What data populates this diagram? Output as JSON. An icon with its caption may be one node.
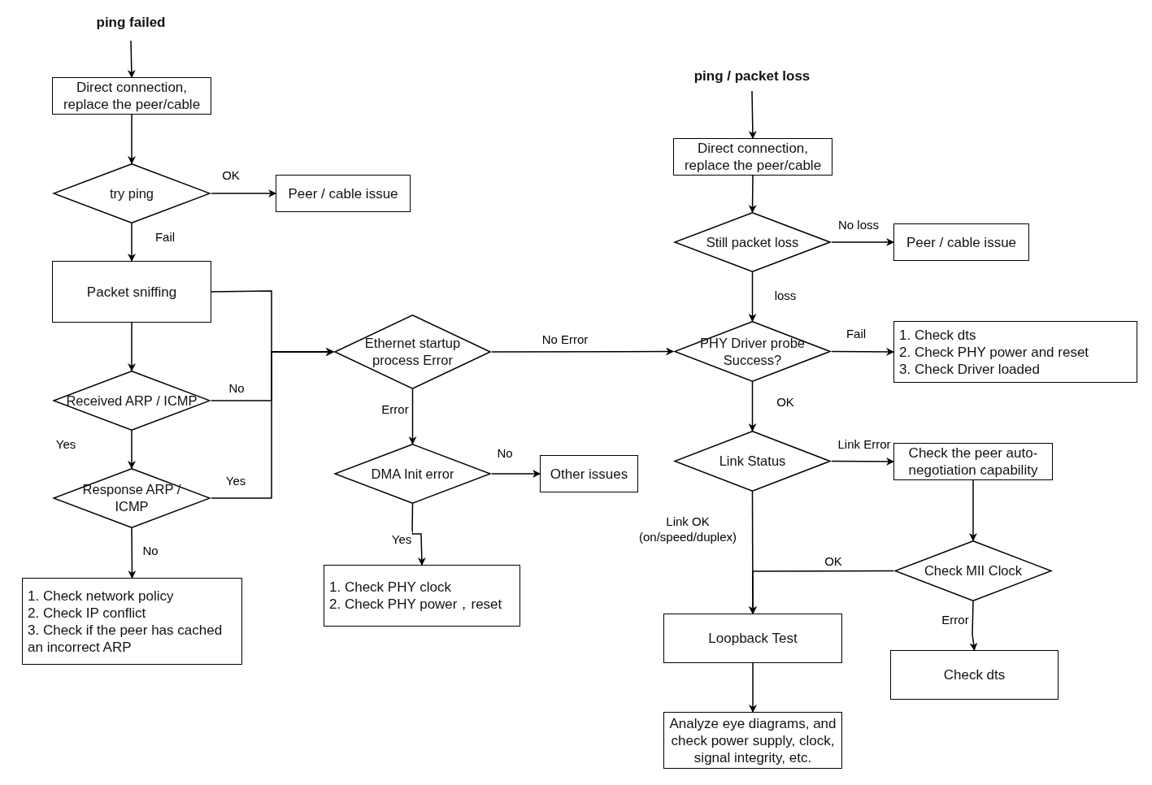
{
  "diagram": {
    "nodes": [
      {
        "text": [
          "ping failed"
        ]
      },
      {
        "text": [
          "Direct connection, replace the peer/cable"
        ]
      },
      {
        "text": [
          "try ping"
        ]
      },
      {
        "text": [
          "Peer / cable issue"
        ]
      },
      {
        "text": [
          "Packet sniffing"
        ]
      },
      {
        "text": [
          "Received ARP / ICMP"
        ]
      },
      {
        "text": [
          "Response ARP / ICMP"
        ]
      },
      {
        "text": [
          "1. Check network policy",
          "2. Check IP conflict",
          "3. Check if the peer has cached an incorrect ARP"
        ]
      },
      {
        "text": [
          "Ethernet startup process Error"
        ]
      },
      {
        "text": [
          "DMA Init error"
        ]
      },
      {
        "text": [
          "Other issues"
        ]
      },
      {
        "text": [
          "1. Check PHY clock",
          "2. Check PHY power，reset"
        ]
      },
      {
        "text": [
          "ping / packet loss"
        ]
      },
      {
        "text": [
          "Direct connection, replace the peer/cable"
        ]
      },
      {
        "text": [
          "Still packet loss"
        ]
      },
      {
        "text": [
          "Peer / cable issue"
        ]
      },
      {
        "text": [
          "PHY Driver probe Success?"
        ]
      },
      {
        "text": [
          "1. Check dts",
          "2. Check PHY power and reset",
          "3. Check Driver loaded"
        ]
      },
      {
        "text": [
          "Link Status"
        ]
      },
      {
        "text": [
          "Check the peer auto-negotiation capability"
        ]
      },
      {
        "text": [
          "Check MII Clock"
        ]
      },
      {
        "text": [
          "Check dts"
        ]
      },
      {
        "text": [
          "Loopback Test"
        ]
      },
      {
        "text": [
          "Analyze eye diagrams, and check power supply, clock, signal integrity, etc."
        ]
      }
    ],
    "edges": [
      {
        "from": 0,
        "to": 1,
        "arrow": "to"
      },
      {
        "from": 1,
        "to": 2,
        "arrow": "to"
      },
      {
        "from": 2,
        "to": 3,
        "arrow": "to",
        "label": "OK"
      },
      {
        "from": 2,
        "to": 4,
        "arrow": "to",
        "label": "Fail"
      },
      {
        "from": 4,
        "to": 5,
        "arrow": "to"
      },
      {
        "from": 5,
        "to": 6,
        "arrow": "to",
        "label": "Yes"
      },
      {
        "from": 4,
        "to": 8,
        "arrow": "to"
      },
      {
        "from": 5,
        "to": 8,
        "arrow": "to",
        "label": "No"
      },
      {
        "from": 6,
        "to": 8,
        "arrow": "to",
        "label": "Yes"
      },
      {
        "from": 6,
        "to": 7,
        "arrow": "to",
        "label": "No"
      },
      {
        "from": 8,
        "to": 16,
        "arrow": "to",
        "label": "No Error"
      },
      {
        "from": 8,
        "to": 9,
        "arrow": "to",
        "label": "Error"
      },
      {
        "from": 9,
        "to": 10,
        "arrow": "to",
        "label": "No"
      },
      {
        "from": 9,
        "to": 11,
        "arrow": "to",
        "label": "Yes"
      },
      {
        "from": 12,
        "to": 13,
        "arrow": "to"
      },
      {
        "from": 13,
        "to": 14,
        "arrow": "to"
      },
      {
        "from": 14,
        "to": 15,
        "arrow": "to",
        "label": "No loss"
      },
      {
        "from": 14,
        "to": 16,
        "arrow": "to",
        "label": "loss"
      },
      {
        "from": 16,
        "to": 17,
        "arrow": "to",
        "label": "Fail"
      },
      {
        "from": 16,
        "to": 18,
        "arrow": "to",
        "label": "OK"
      },
      {
        "from": 18,
        "to": 19,
        "arrow": "to",
        "label": "Link Error"
      },
      {
        "from": 18,
        "to": 22,
        "arrow": "to",
        "label": "Link OK (on/speed/duplex)"
      },
      {
        "from": 19,
        "to": 20,
        "arrow": "to"
      },
      {
        "from": 20,
        "to": 22,
        "arrow": "to",
        "label": "OK"
      },
      {
        "from": 20,
        "to": 21,
        "arrow": "to",
        "label": "Error"
      },
      {
        "from": 22,
        "to": 23,
        "arrow": "to"
      }
    ]
  }
}
